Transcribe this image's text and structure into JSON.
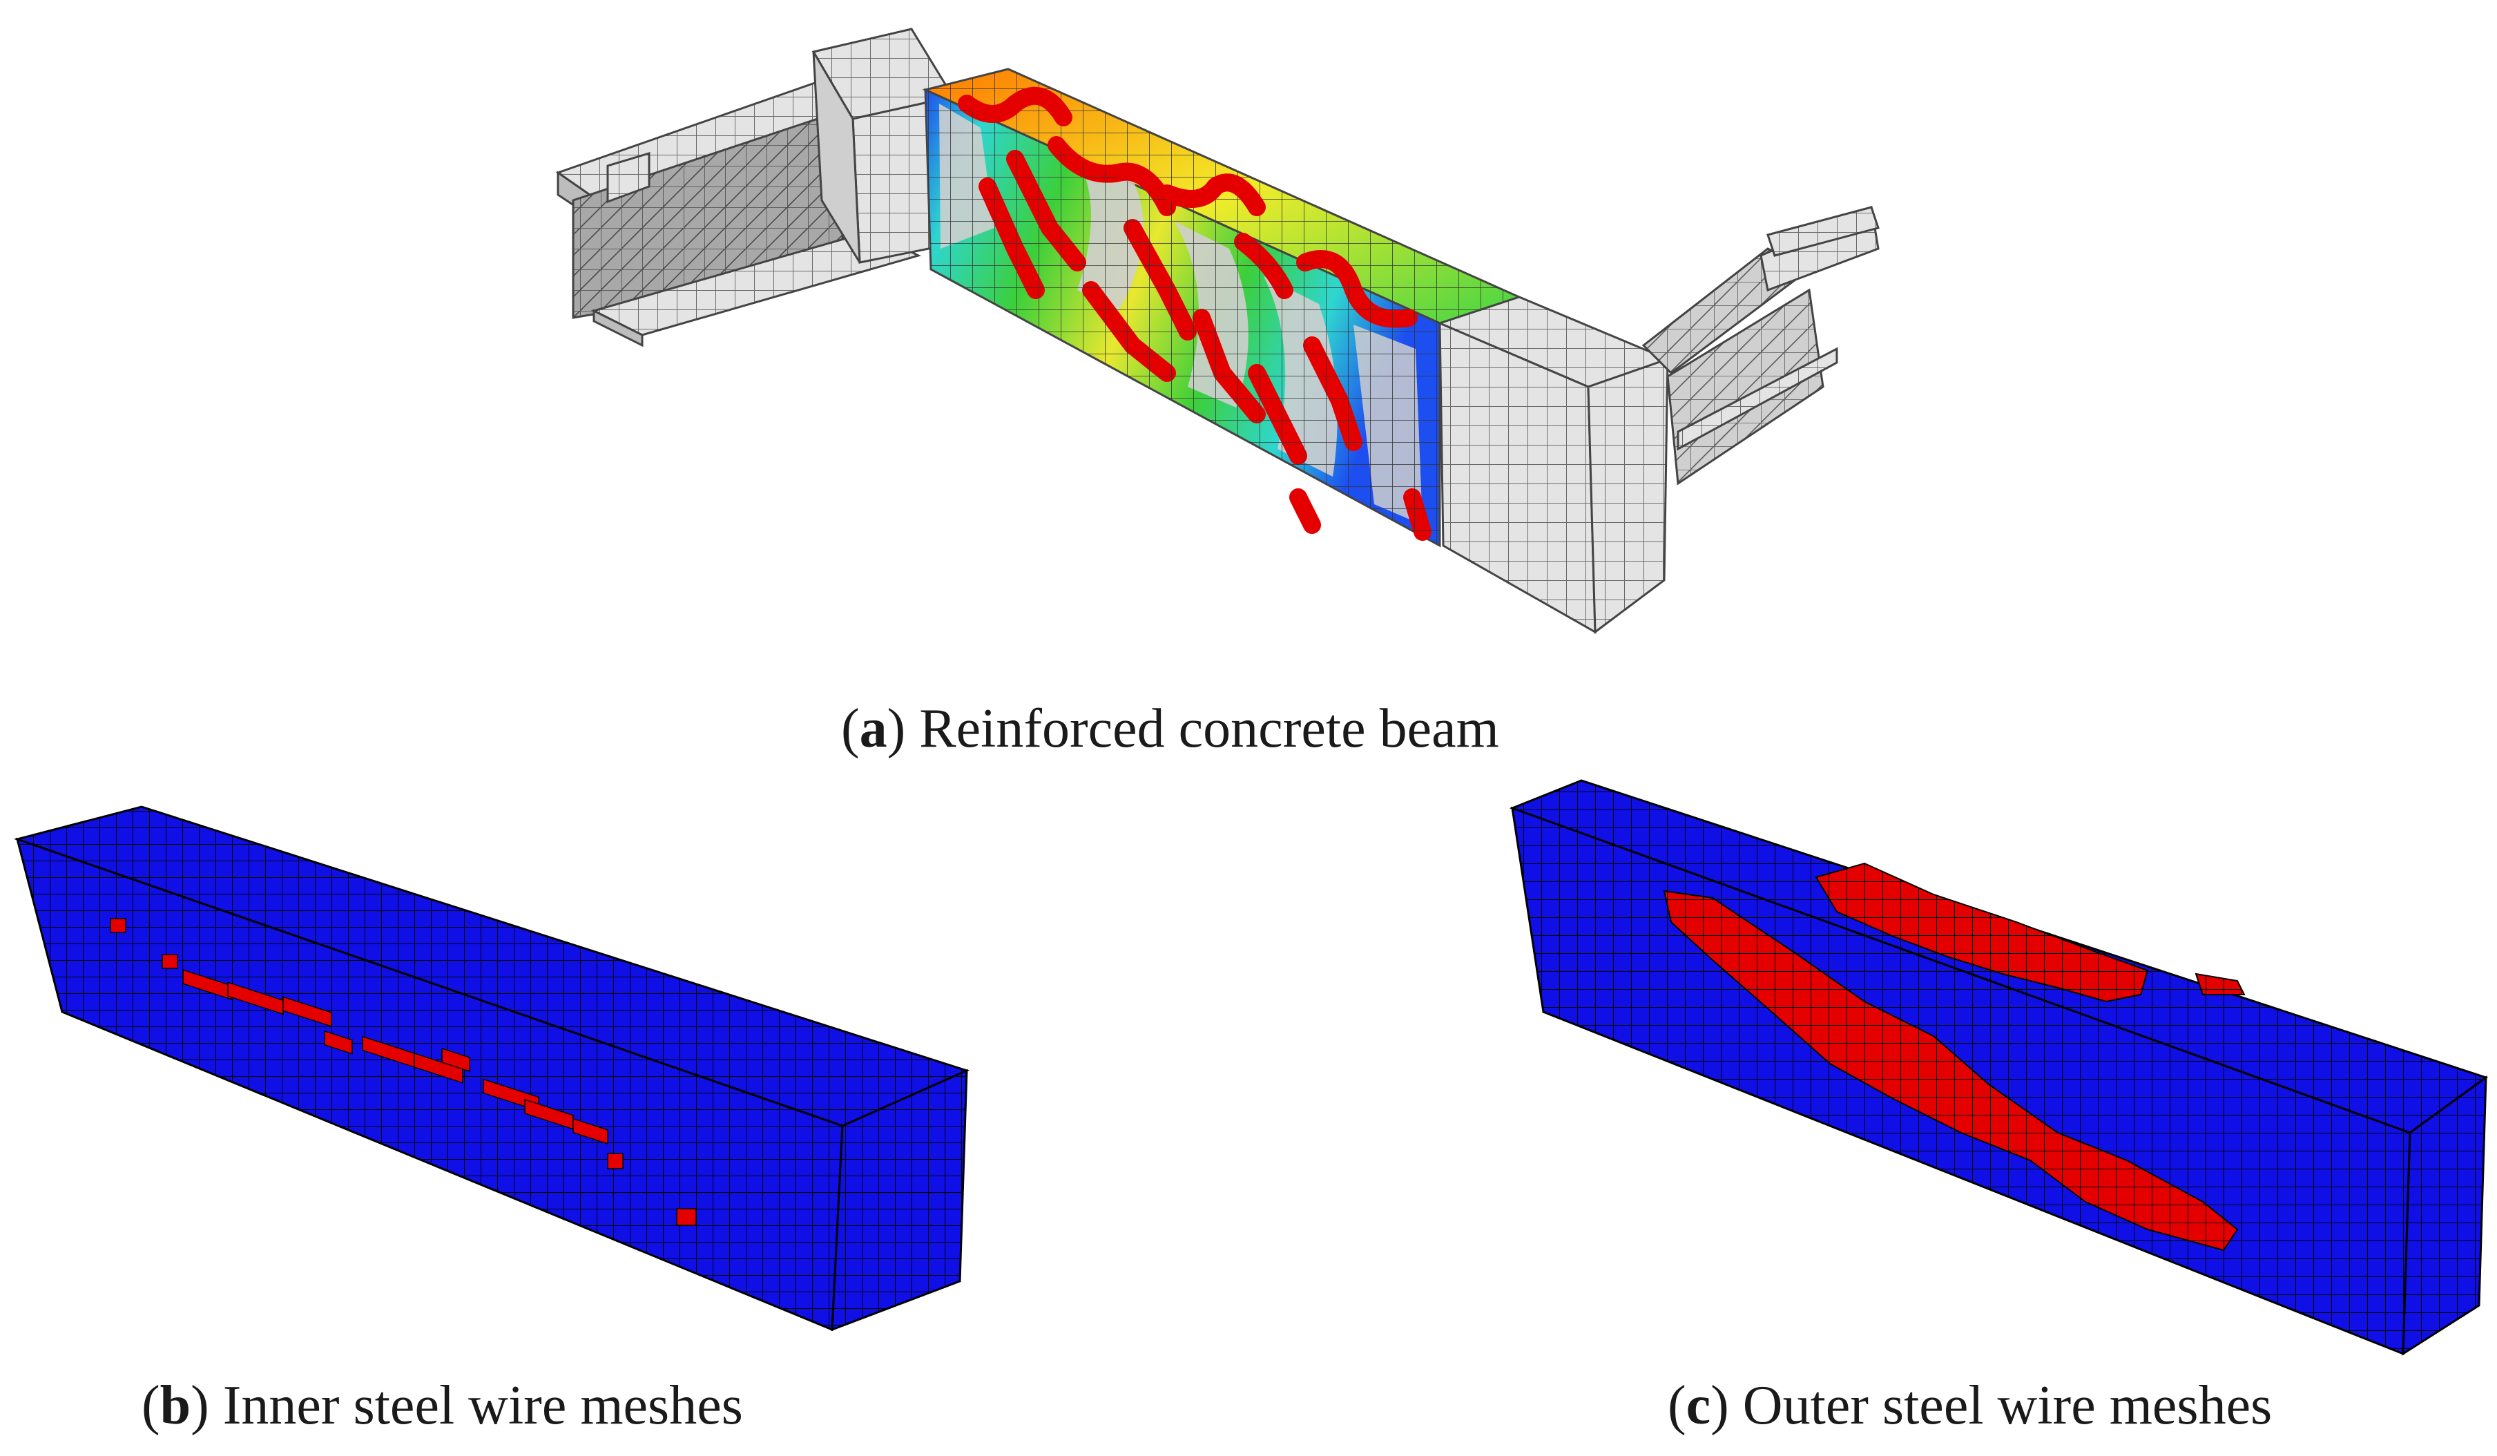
{
  "panels": [
    {
      "id": "a",
      "letter": "a",
      "caption": "Reinforced concrete beam"
    },
    {
      "id": "b",
      "letter": "b",
      "caption": "Inner steel wire meshes"
    },
    {
      "id": "c",
      "letter": "c",
      "caption": "Outer steel wire meshes"
    }
  ],
  "colors": {
    "mesh_blue": "#1010e6",
    "damage_red": "#e50000",
    "gray_mesh": "#e2e2e2",
    "contour_green": "#3ccf3a",
    "contour_yellow": "#e8e830",
    "contour_cyan": "#2fd6d0",
    "contour_blue": "#1d4ff0"
  }
}
